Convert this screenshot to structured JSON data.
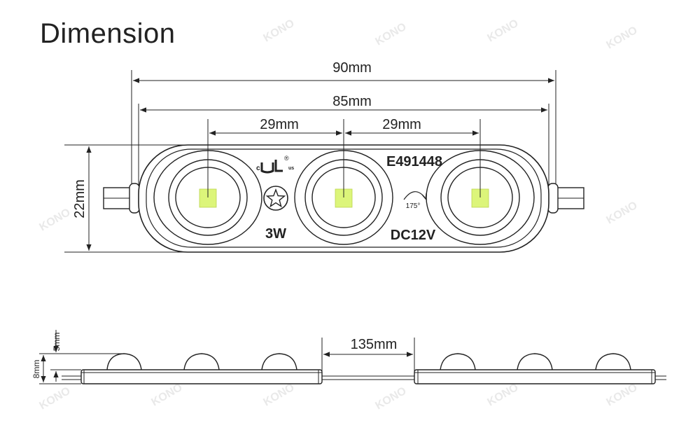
{
  "title": "Dimension",
  "dimensions": {
    "overall_length": "90mm",
    "hole_spacing": "85mm",
    "led_pitch_left": "29mm",
    "led_pitch_right": "29mm",
    "height": "22mm",
    "module_spacing": "135mm",
    "total_thickness": "8mm",
    "lens_height": "5mm"
  },
  "module_labels": {
    "certification_code": "E491448",
    "power": "3W",
    "voltage": "DC12V",
    "beam_angle": "175°",
    "ul_c": "c",
    "ul_us": "us",
    "ul_reg": "®"
  },
  "watermark": "KONO",
  "colors": {
    "led": "#dcf57a",
    "stroke": "#222222"
  }
}
